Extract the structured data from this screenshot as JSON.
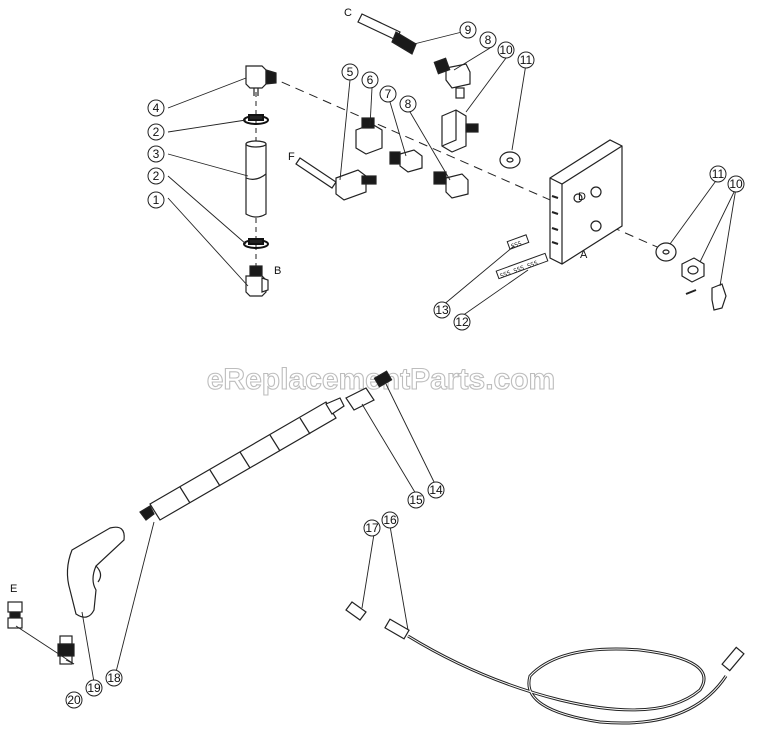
{
  "watermark": "eReplacementParts.com",
  "letters": [
    "C",
    "F",
    "B",
    "D",
    "A",
    "E"
  ],
  "callouts": [
    "1",
    "2",
    "2",
    "3",
    "4",
    "5",
    "6",
    "7",
    "8",
    "8",
    "9",
    "10",
    "10",
    "11",
    "11",
    "12",
    "13",
    "14",
    "15",
    "16",
    "17",
    "18",
    "19",
    "20"
  ],
  "colors": {
    "line": "#222222",
    "part_fill": "#ffffff",
    "dark": "#1a1a1a",
    "watermark_stroke": "#bdbdbd"
  }
}
